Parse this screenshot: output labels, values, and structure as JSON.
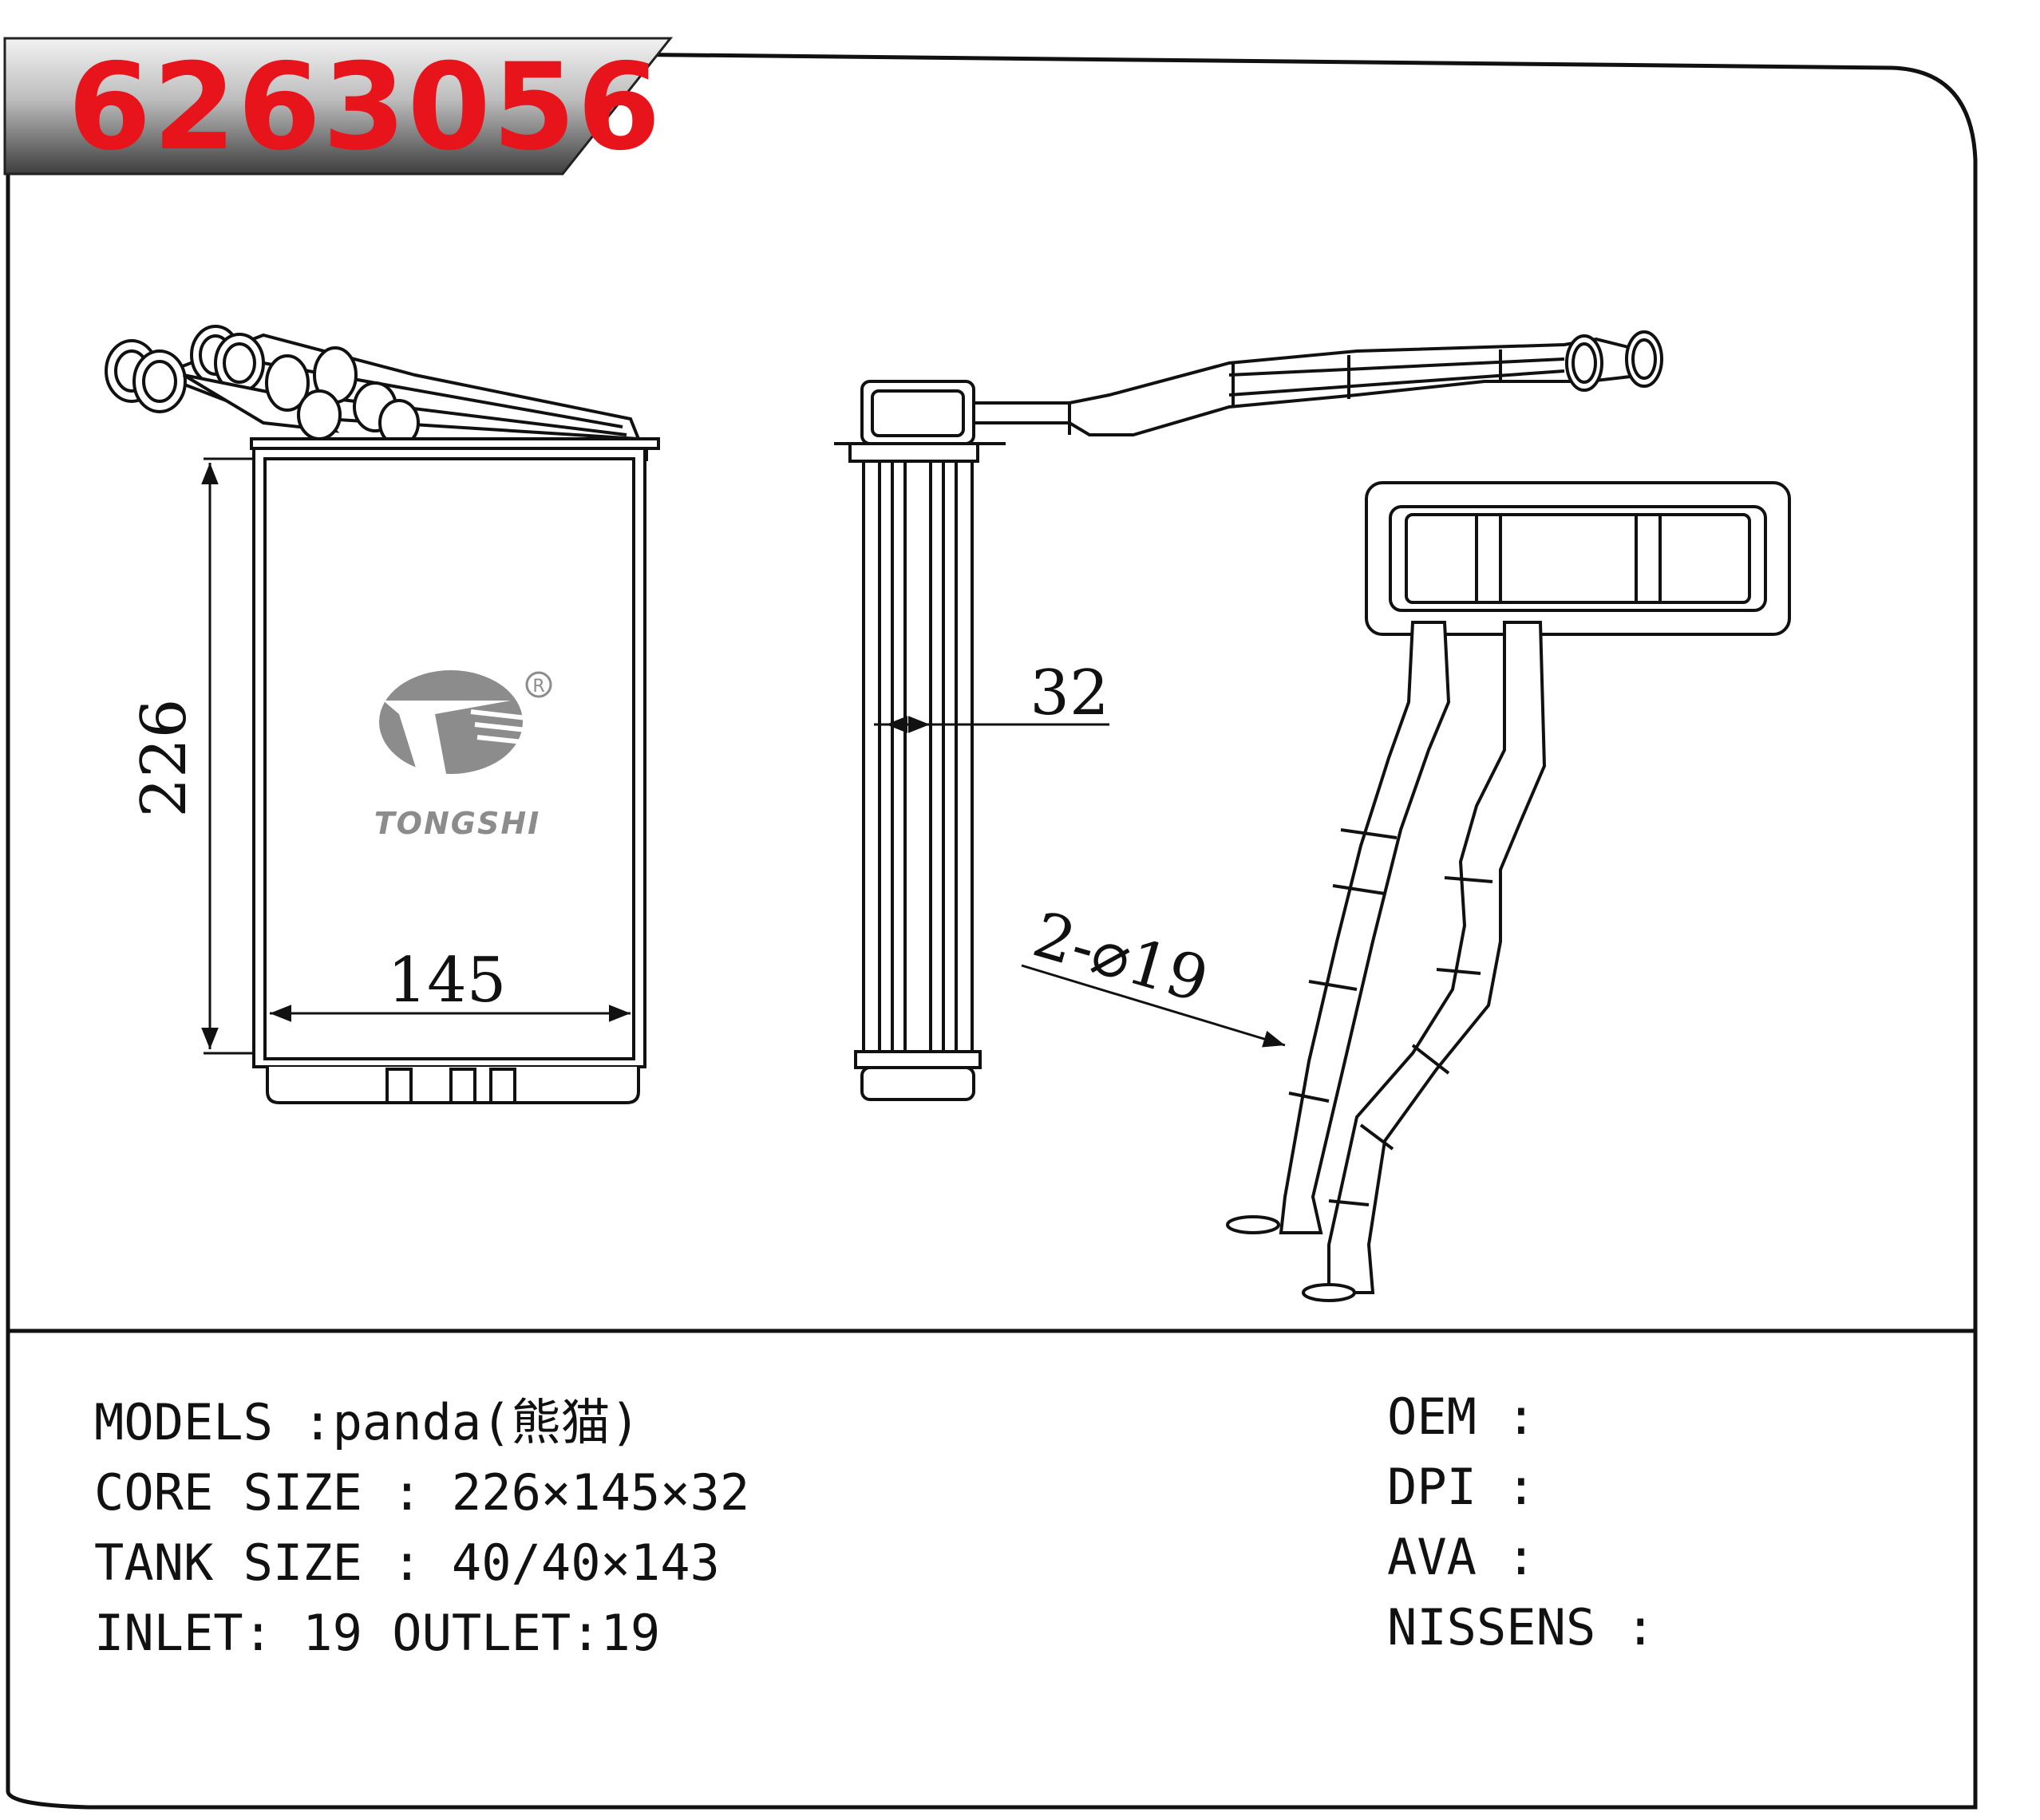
{
  "part_number": "6263056",
  "brand": {
    "name": "TONGSHI",
    "registered_mark": "R"
  },
  "dimensions": {
    "height": "226",
    "width": "145",
    "depth": "32",
    "pipes": "2-⌀19"
  },
  "specs": {
    "models": "MODELS :panda(熊猫)",
    "core_size": "CORE SIZE : 226×145×32",
    "tank_size": "TANK SIZE : 40/40×143",
    "inlet_outlet": "INLET: 19 OUTLET:19"
  },
  "references": {
    "oem": "OEM :",
    "dpi": "DPI :",
    "ava": "AVA :",
    "nissens": "NISSENS :"
  },
  "colors": {
    "part_number": "#e8141c",
    "header_band": "#5a5a5a",
    "logo": "#8c8c8c",
    "line": "#111111"
  }
}
